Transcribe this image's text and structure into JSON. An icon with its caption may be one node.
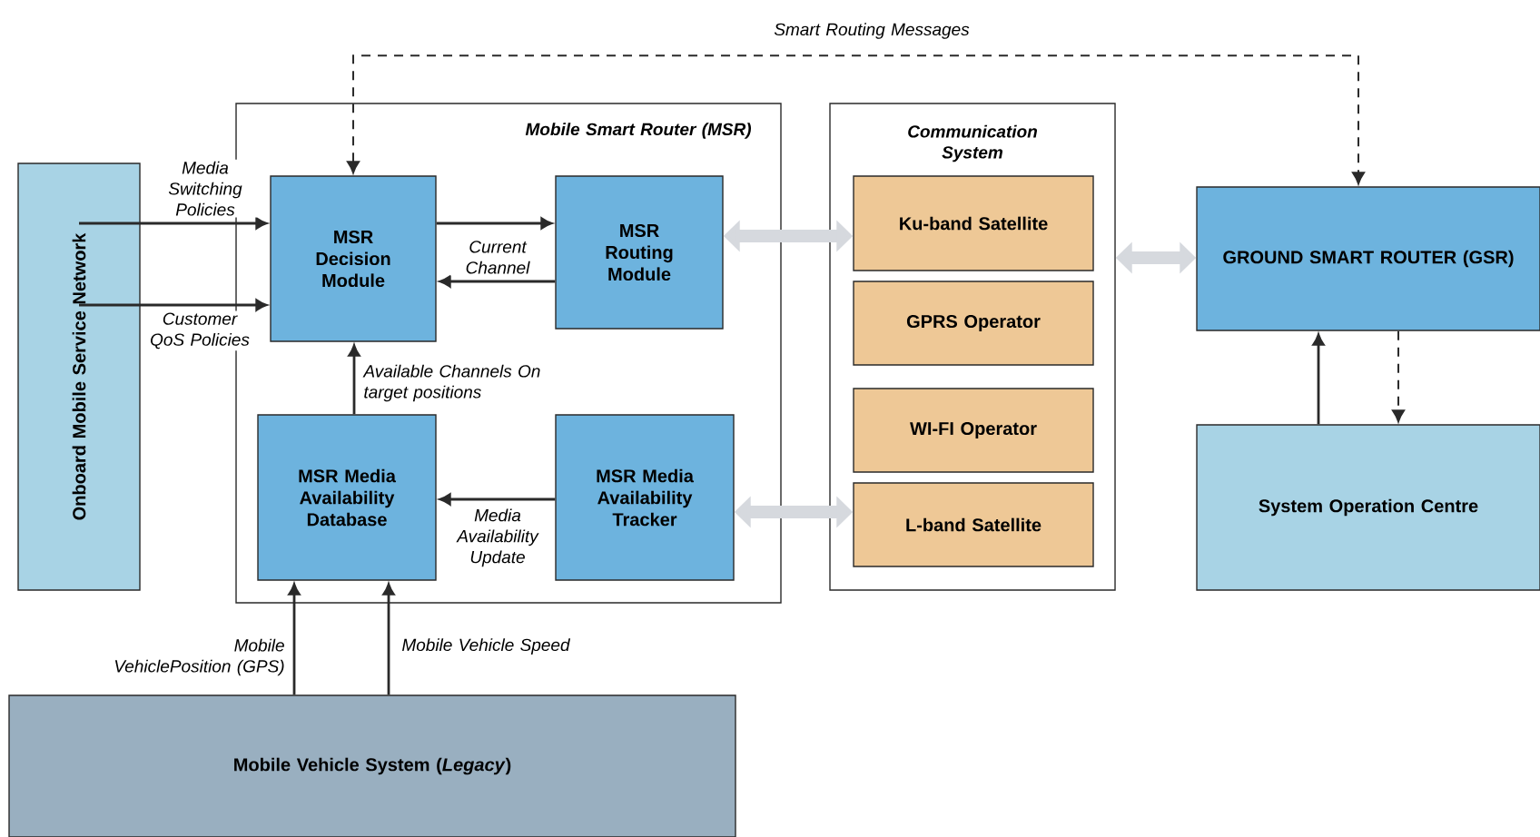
{
  "diagram": {
    "nodes": [
      {
        "text": [
          "Onboard Mobile Service Network"
        ]
      },
      {
        "text": [
          "Mobile Smart Router (MSR)"
        ]
      },
      {
        "text": [
          "MSR Decision Module"
        ],
        "in": 1
      },
      {
        "text": [
          "MSR Routing Module"
        ],
        "in": 1
      },
      {
        "text": [
          "MSR Media Availability Database"
        ],
        "in": 1
      },
      {
        "text": [
          "MSR Media Availability Tracker"
        ],
        "in": 1
      },
      {
        "text": [
          "Communication System"
        ]
      },
      {
        "text": [
          "Ku-band Satellite"
        ],
        "in": 6
      },
      {
        "text": [
          "GPRS Operator"
        ],
        "in": 6
      },
      {
        "text": [
          "WI-FI Operator"
        ],
        "in": 6
      },
      {
        "text": [
          "L-band Satellite"
        ],
        "in": 6
      },
      {
        "text": [
          "GROUND SMART ROUTER (GSR)"
        ]
      },
      {
        "text": [
          "System Operation Centre"
        ]
      },
      {
        "text": [
          "Mobile Vehicle System (*Legacy*)"
        ]
      }
    ],
    "edges": [
      {
        "from": 0,
        "to": 2,
        "arrow": "to",
        "label": "Media Switching Policies"
      },
      {
        "from": 0,
        "to": 2,
        "arrow": "to",
        "label": "Customer QoS Policies"
      },
      {
        "from": 2,
        "to": 3,
        "arrow": "to"
      },
      {
        "from": 3,
        "to": 2,
        "arrow": "to",
        "label": "Current Channel"
      },
      {
        "from": 4,
        "to": 2,
        "arrow": "to",
        "label": "Available Channels On target positions"
      },
      {
        "from": 5,
        "to": 4,
        "arrow": "to",
        "label": "Media Availability Update"
      },
      {
        "from": 2,
        "to": 11,
        "arrow": "both",
        "style": "dashed",
        "label": "Smart Routing Messages"
      },
      {
        "from": 3,
        "to": 7,
        "arrow": "both",
        "style": "thick",
        "color": "#d6d9de"
      },
      {
        "from": 5,
        "to": 10,
        "arrow": "both",
        "style": "thick",
        "color": "#d6d9de"
      },
      {
        "from": 6,
        "to": 11,
        "arrow": "both",
        "style": "thick",
        "color": "#d6d9de"
      },
      {
        "from": 12,
        "to": 11,
        "arrow": "to"
      },
      {
        "from": 11,
        "to": 12,
        "arrow": "to",
        "style": "dashed"
      },
      {
        "from": 13,
        "to": 4,
        "arrow": "to",
        "label": "Mobile VehiclePosition (GPS)"
      },
      {
        "from": 13,
        "to": 4,
        "arrow": "to",
        "label": "Mobile Vehicle Speed"
      }
    ]
  }
}
